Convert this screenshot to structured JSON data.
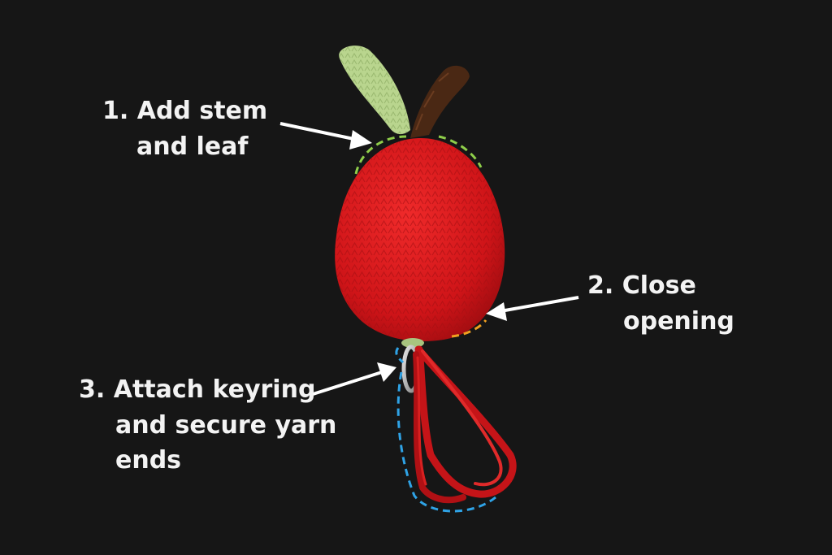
{
  "steps": [
    {
      "number": "1.",
      "lines": [
        "Add stem",
        "and leaf"
      ],
      "marker_color": "#8fce4a"
    },
    {
      "number": "2.",
      "lines": [
        "Close",
        "opening"
      ],
      "marker_color": "#f0a020"
    },
    {
      "number": "3.",
      "lines": [
        "Attach keyring",
        "and secure yarn",
        "ends"
      ],
      "marker_color": "#2fa3e6"
    }
  ],
  "colors": {
    "background": "#161616",
    "apple": "#d4151b",
    "leaf": "#b9d58e",
    "stem": "#4a2814",
    "text": "#f3f3f3"
  }
}
